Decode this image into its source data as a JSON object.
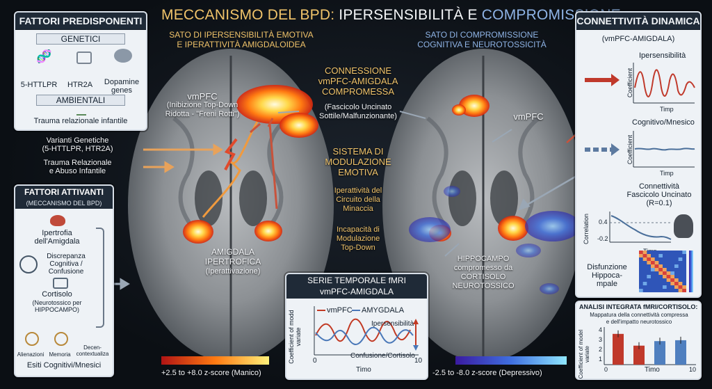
{
  "title": {
    "main_left": "MECCANISMO DEL BPD:",
    "main_mid": "IPERSENSIBILITÀ E",
    "main_right": "COMPROMISSIONE",
    "subtitle_left_1": "SATO DI IPERSENSIBILITÀ EMOTIVA",
    "subtitle_left_2": "E IPERATTIVITÀ AMIGDALOIDEA",
    "subtitle_right_1": "SATO DI COMPROMISSIONE",
    "subtitle_right_2": "COGNITIVA E NEUROTOSSICITÀ"
  },
  "predisposing": {
    "title": "FATTORI PREDISPONENTI",
    "genetic_header": "GENETICI",
    "genes": [
      "5-HTTLPR",
      "HTR2A",
      "Dopamine genes"
    ],
    "env_header": "AMBIENTALI",
    "env_item": "Trauma relazionale infantile"
  },
  "left_arrows": {
    "arrow1_line1": "Varianti Genetiche",
    "arrow1_line2": "(5-HTTLPR, HTR2A)",
    "arrow2_line1": "Trauma Relazionale",
    "arrow2_line2": "e Abuso Infantile"
  },
  "activating": {
    "title": "FATTORI ATTIVANTI",
    "subtitle": "(MECCANISMO DEL BPD)",
    "item1": "Ipertrofia dell'Amigdala",
    "item2": "Discrepanza Cognitiva / Confusione",
    "item3_line1": "Cortisolo",
    "item3_line2": "(Neurotossico per HIPPOCAMPO)",
    "bottom_items": [
      "Alienazioni",
      "Memoria",
      "Decen-contextualiza"
    ],
    "footer": "Esiti Cognitivi/Mnesici"
  },
  "left_brain": {
    "vmpfc_title": "vmPFC",
    "vmpfc_line2": "(Inibizione Top-Down",
    "vmpfc_line3": "Ridotta - \"Freni Rotti\")",
    "amyg_line1": "AMIGDALA",
    "amyg_line2": "IPERTROFICA",
    "amyg_line3": "(Iperattivazione)"
  },
  "center": {
    "conn_line1": "CONNESSIONE",
    "conn_line2": "vmPFC-AMIGDALA",
    "conn_line3": "COMPROMESSA",
    "conn_sub1": "(Fascicolo Uncinato",
    "conn_sub2": "Sottile/Malfunzionante)",
    "sys_line1": "SISTEMA DI",
    "sys_line2": "MODULAZIONE",
    "sys_line3": "EMOTIVA",
    "p1": "Iperattività del Circuito della Minaccia",
    "p2": "Incapacità di Modulazione Top-Down"
  },
  "right_brain": {
    "vmpfc": "vmPFC",
    "hippo_line1": "HIPPOCAMPO",
    "hippo_line2": "compromesso da",
    "hippo_line3": "CORTISOLO",
    "hippo_line4": "NEUROTOSSICO"
  },
  "timeseries": {
    "title_line1": "SERIE TEMPORALE fMRI",
    "title_line2": "vmPFC-AMIGDALA",
    "legend_a": "vmPFC",
    "legend_b": "AMYGDALA",
    "ylabel": "Coefficient of modd variate",
    "xtick0": "0",
    "xtick1": "10",
    "xlabel": "Timo",
    "ann_top": "Ipersensibilità",
    "ann_bottom": "Confusione/Cortisolo",
    "color_a": "#c23a24",
    "color_b": "#4a78b8"
  },
  "scales": {
    "warm": "+2.5 to +8.0 z-score (Manico)",
    "cool": "-2.5 to -8.0 z-score (Depressivo)"
  },
  "dynamic": {
    "title": "CONNETTIVITÀ DINAMICA",
    "subtitle": "(vmPFC-AMIGDALA)",
    "plot1_title": "Ipersensibilità",
    "plot1_ylabel": "Coefficient",
    "plot1_xlabel": "Timp",
    "plot2_title": "Cognitivo/Mnesico",
    "plot2_ylabel": "Coefficient",
    "plot2_xlabel": "Timp",
    "plot3_title_1": "Connettività",
    "plot3_title_2": "Fascicolo Uncinato",
    "plot3_title_3": "(R=0.1)",
    "plot3_ylabel": "Correlation",
    "plot3_y1": "0.4",
    "plot3_y2": "-0.2",
    "plot3_xlabel": "Timp",
    "matrix_label_1": "Disfunzione",
    "matrix_label_2": "Hippoca-",
    "matrix_label_3": "mpale"
  },
  "integrated": {
    "title": "ANALISI INTEGRATA fMRI/CORTISOLO:",
    "subtitle_1": "Mappatura della connettività compressa",
    "subtitle_2": "e dell'impatto neurotossico",
    "ylabel": "Coefficient of model variate",
    "xlabel": "Timo",
    "y_ticks": [
      "4",
      "3",
      "2",
      "1"
    ],
    "x0": "0",
    "x1": "10",
    "bars": [
      3.4,
      2.1,
      2.6,
      2.7
    ],
    "bar_colors": [
      "#c0392b",
      "#c0392b",
      "#4f7fbf",
      "#4f7fbf"
    ]
  }
}
